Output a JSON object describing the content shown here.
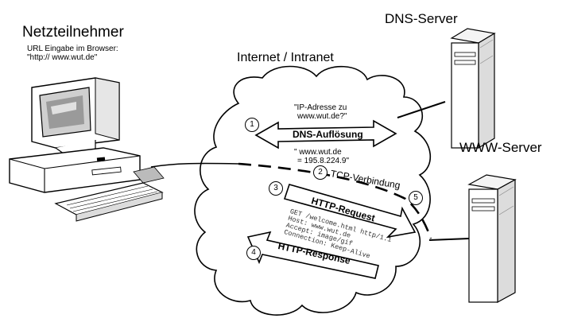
{
  "participant": {
    "title": "Netzteilnehmer",
    "url_hint_line1": "URL Eingabe im Browser:",
    "url_hint_line2": "\"http:// www.wut.de\""
  },
  "network": {
    "label": "Internet / Intranet"
  },
  "servers": {
    "dns": "DNS-Server",
    "www": "WWW-Server"
  },
  "steps": {
    "step1": "1",
    "step2": "2",
    "step3": "3",
    "step4": "4",
    "step5": "5"
  },
  "dns": {
    "question_line1": "\"IP-Adresse zu",
    "question_line2": "www.wut.de?\"",
    "arrow_label": "DNS-Auflösung",
    "answer_line1": "\" www.wut.de",
    "answer_line2": "= 195.8.224.9\""
  },
  "tcp": {
    "label": "TCP-Verbindung"
  },
  "http": {
    "request_label": "HTTP-Request",
    "request_lines": [
      "GET /welcome.html http/1.1",
      "Host: www.wut.de",
      "Accept: image/gif",
      "Connection: Keep-Alive"
    ],
    "response_label": "HTTP-Response"
  }
}
